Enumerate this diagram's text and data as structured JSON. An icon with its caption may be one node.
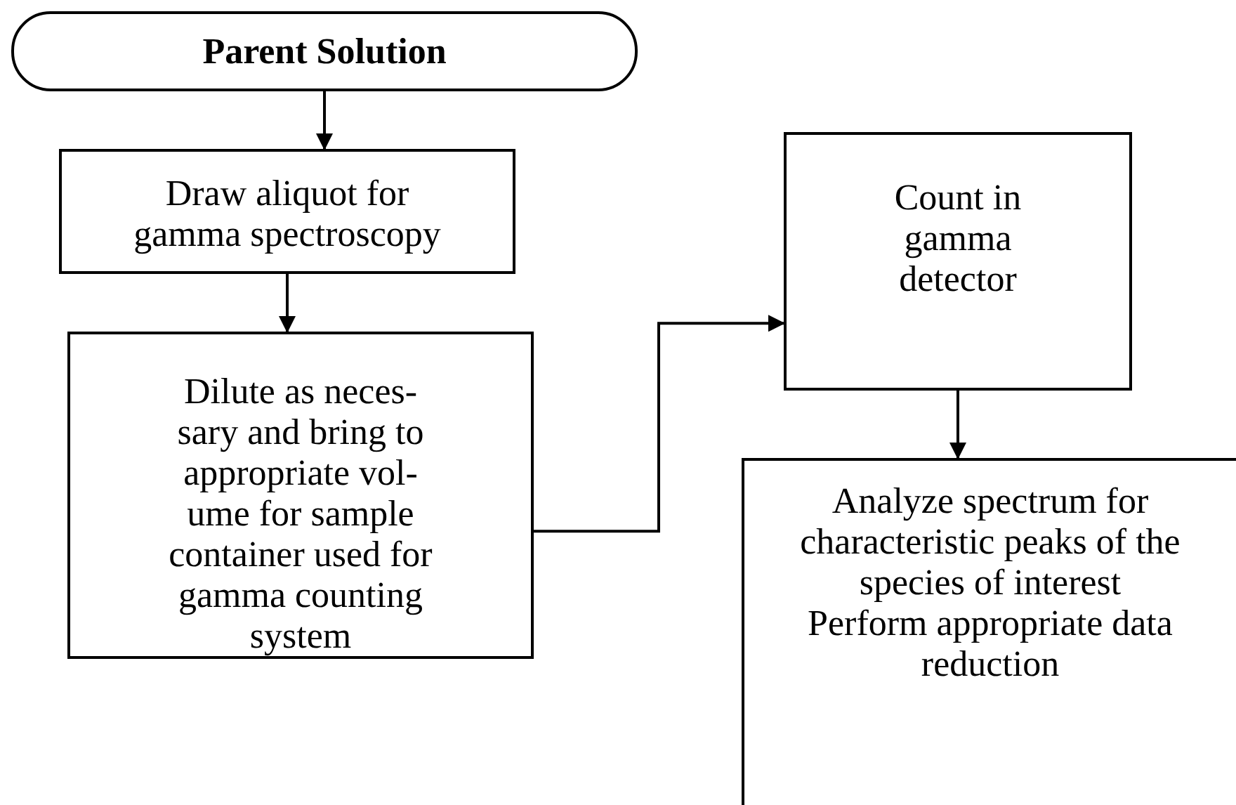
{
  "diagram": {
    "nodes": [
      {
        "text": [
          "Parent Solution"
        ]
      },
      {
        "text": [
          "Draw aliquot for gamma spectroscopy"
        ]
      },
      {
        "text": [
          "Dilute as neces- sary and bring to appropriate vol- ume for sample container used for gamma counting system"
        ]
      },
      {
        "text": [
          "Count in gamma detector"
        ]
      },
      {
        "text": [
          "Analyze spectrum for characteristic peaks of the species of interest",
          "Perform appropriate data reduction"
        ]
      }
    ],
    "edges": [
      {
        "from": 0,
        "to": 1,
        "arrow": "to"
      },
      {
        "from": 1,
        "to": 2,
        "arrow": "to"
      },
      {
        "from": 2,
        "to": 3,
        "arrow": "to"
      },
      {
        "from": 3,
        "to": 4,
        "arrow": "to"
      }
    ]
  }
}
